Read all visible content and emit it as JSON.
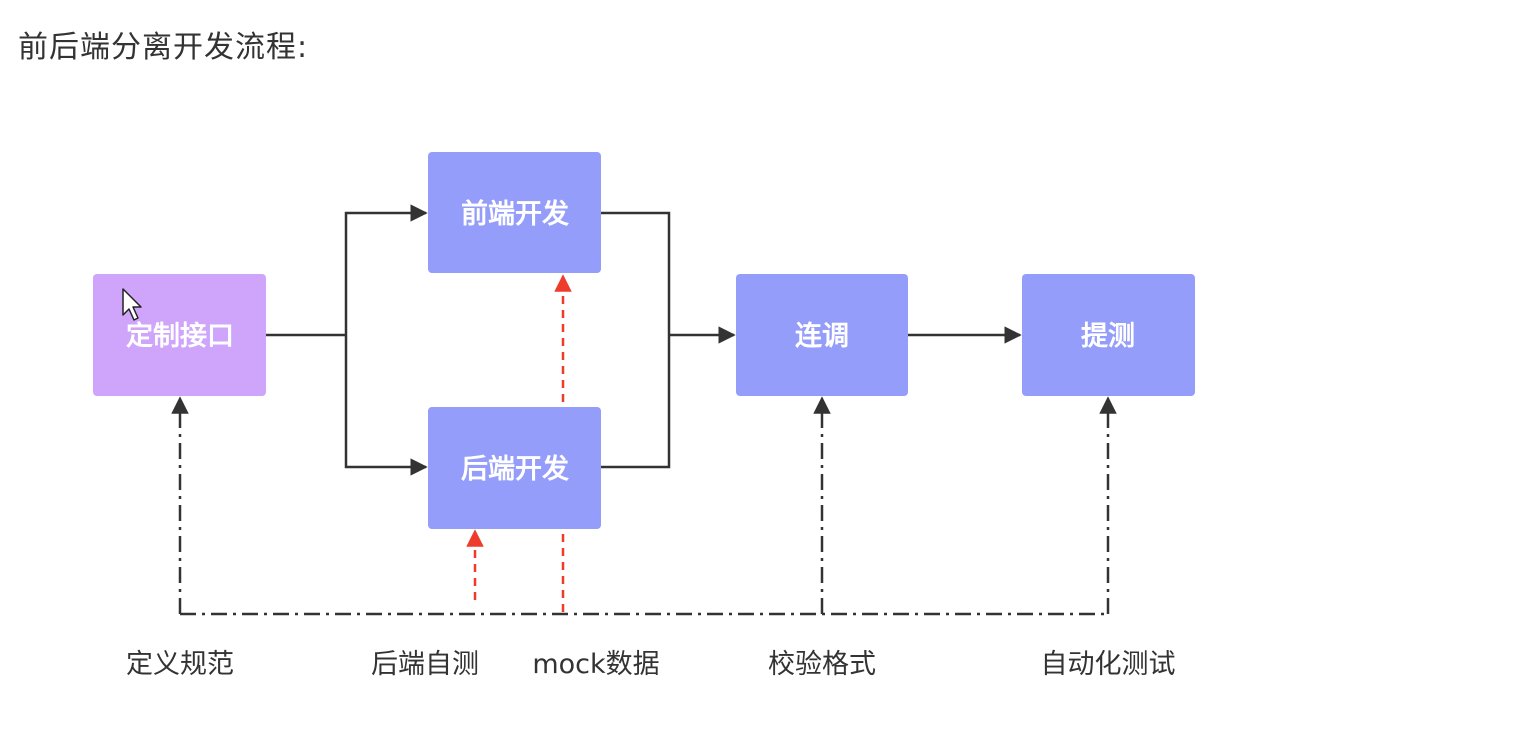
{
  "title": "前后端分离开发流程:",
  "colors": {
    "purple_node": "#cfa4fb",
    "blue_node": "#959dfa",
    "flow_line": "#333333",
    "mock_line": "#ee3b2b",
    "bottom_line": "#333333"
  },
  "nodes": {
    "define_api": "定制接口",
    "frontend_dev": "前端开发",
    "backend_dev": "后端开发",
    "joint_debug": "连调",
    "submit_test": "提测"
  },
  "bottom_labels": {
    "define_spec": "定义规范",
    "backend_selftest": "后端自测",
    "mock_data": "mock数据",
    "validate_format": "校验格式",
    "auto_test": "自动化测试"
  },
  "cursor_icon": "arrow-cursor-icon"
}
